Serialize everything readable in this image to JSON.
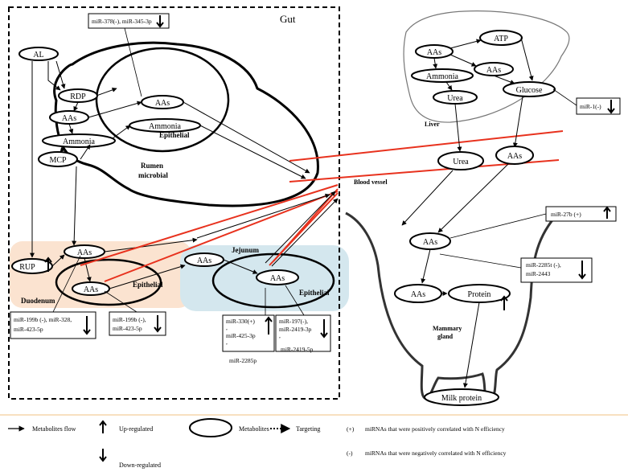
{
  "gut_title": "Gut",
  "liver_title": "Liver",
  "blood_vessel_label": "Blood vessel",
  "rumen_label_1": "Rumen",
  "rumen_label_2": "microbial",
  "epithelial_label": "Epithelial",
  "jejunum_label": "Jejunum",
  "duodenum_label": "Duodenum",
  "mammary_label_1": "Mammary",
  "mammary_label_2": "gland",
  "nodes": {
    "al": "AL",
    "rdp": "RDP",
    "aas": "AAs",
    "ammonia": "Ammonia",
    "mcp": "MCP",
    "rup": "RUP",
    "atp": "ATP",
    "urea": "Urea",
    "glucose": "Glucose",
    "protein": "Protein",
    "milk_protein": "Milk protein"
  },
  "mirna_boxes": {
    "rumen_top": "miR-378(-), miR-345-3p",
    "liver": "miR-1(-)",
    "mammary_1": "miR-27b (+)",
    "mammary_2_l1": "miR-2285t (-),",
    "mammary_2_l2": "miR-2443",
    "duod_1_l1": "miR-199b (-), miR-328,",
    "duod_1_l2": "miR-423-5p",
    "duod_2_l1": "miR-199b (-),",
    "duod_2_l2": "miR-423-5p",
    "jej_1_l1": "miR-330(+)",
    "jej_1_l2": ",",
    "jej_1_l3": "miR-425-3p",
    "jej_1_l4": ",",
    "jej_1_l5": "miR-2285p",
    "jej_2_l1": "miR-197(-),",
    "jej_2_l2": "miR-2419-3p",
    "jej_2_l3": ",",
    "jej_2_l4": "miR-2419-5p"
  },
  "legend": {
    "metabolites_flow": "Metabolites flow",
    "up_regulated": "Up-regulated",
    "down_regulated": "Down-regulated",
    "metabolites": "Metabolites",
    "targeting": "Targeting",
    "positive_sign": "(+)",
    "positive_text": "miRNAs that were positively correlated with N efficiency",
    "negative_sign": "(-)",
    "negative_text": "miRNAs that were negatively correlated with N efficiency"
  },
  "colors": {
    "blood_vessel": "#e8321e",
    "duodenum_bg": "#fbe3d0",
    "jejunum_bg": "#d4e7ee",
    "legend_rule": "#f0c080"
  }
}
